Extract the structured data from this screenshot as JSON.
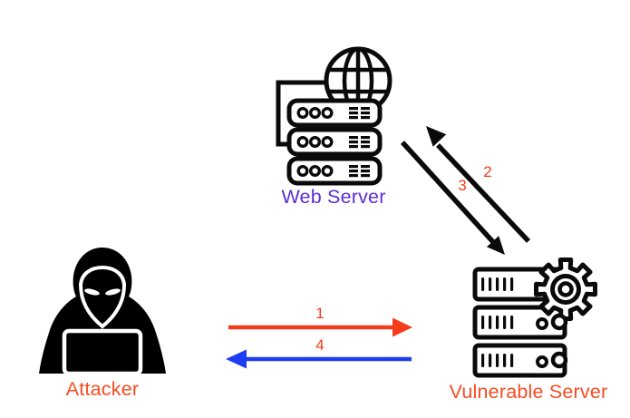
{
  "nodes": {
    "web_server": {
      "label": "Web Server",
      "color": "#5b2ed6",
      "icon": "web-server-icon"
    },
    "attacker": {
      "label": "Attacker",
      "color": "#f84b21",
      "icon": "attacker-icon"
    },
    "vulnerable_server": {
      "label": "Vulnerable Server",
      "color": "#f84b21",
      "icon": "vulnerable-server-icon"
    }
  },
  "arrows": [
    {
      "label": "1",
      "from": "attacker",
      "to": "vulnerable_server",
      "direction": "right",
      "color": "#f53c1a"
    },
    {
      "label": "2",
      "from": "vulnerable_server",
      "to": "web_server",
      "direction": "up-left",
      "color": "#0a0a0a"
    },
    {
      "label": "3",
      "from": "web_server",
      "to": "vulnerable_server",
      "direction": "down-right",
      "color": "#0a0a0a"
    },
    {
      "label": "4",
      "from": "vulnerable_server",
      "to": "attacker",
      "direction": "left",
      "color": "#1e3cf0"
    }
  ],
  "colors": {
    "background": "#ffffff",
    "icon_ink": "#0a0a0a",
    "arrow_red": "#f53c1a",
    "arrow_blue": "#1e3cf0",
    "arrow_black": "#0a0a0a",
    "number_red": "#f53c1a",
    "label_red": "#f84b21",
    "label_purple": "#5b2ed6"
  }
}
